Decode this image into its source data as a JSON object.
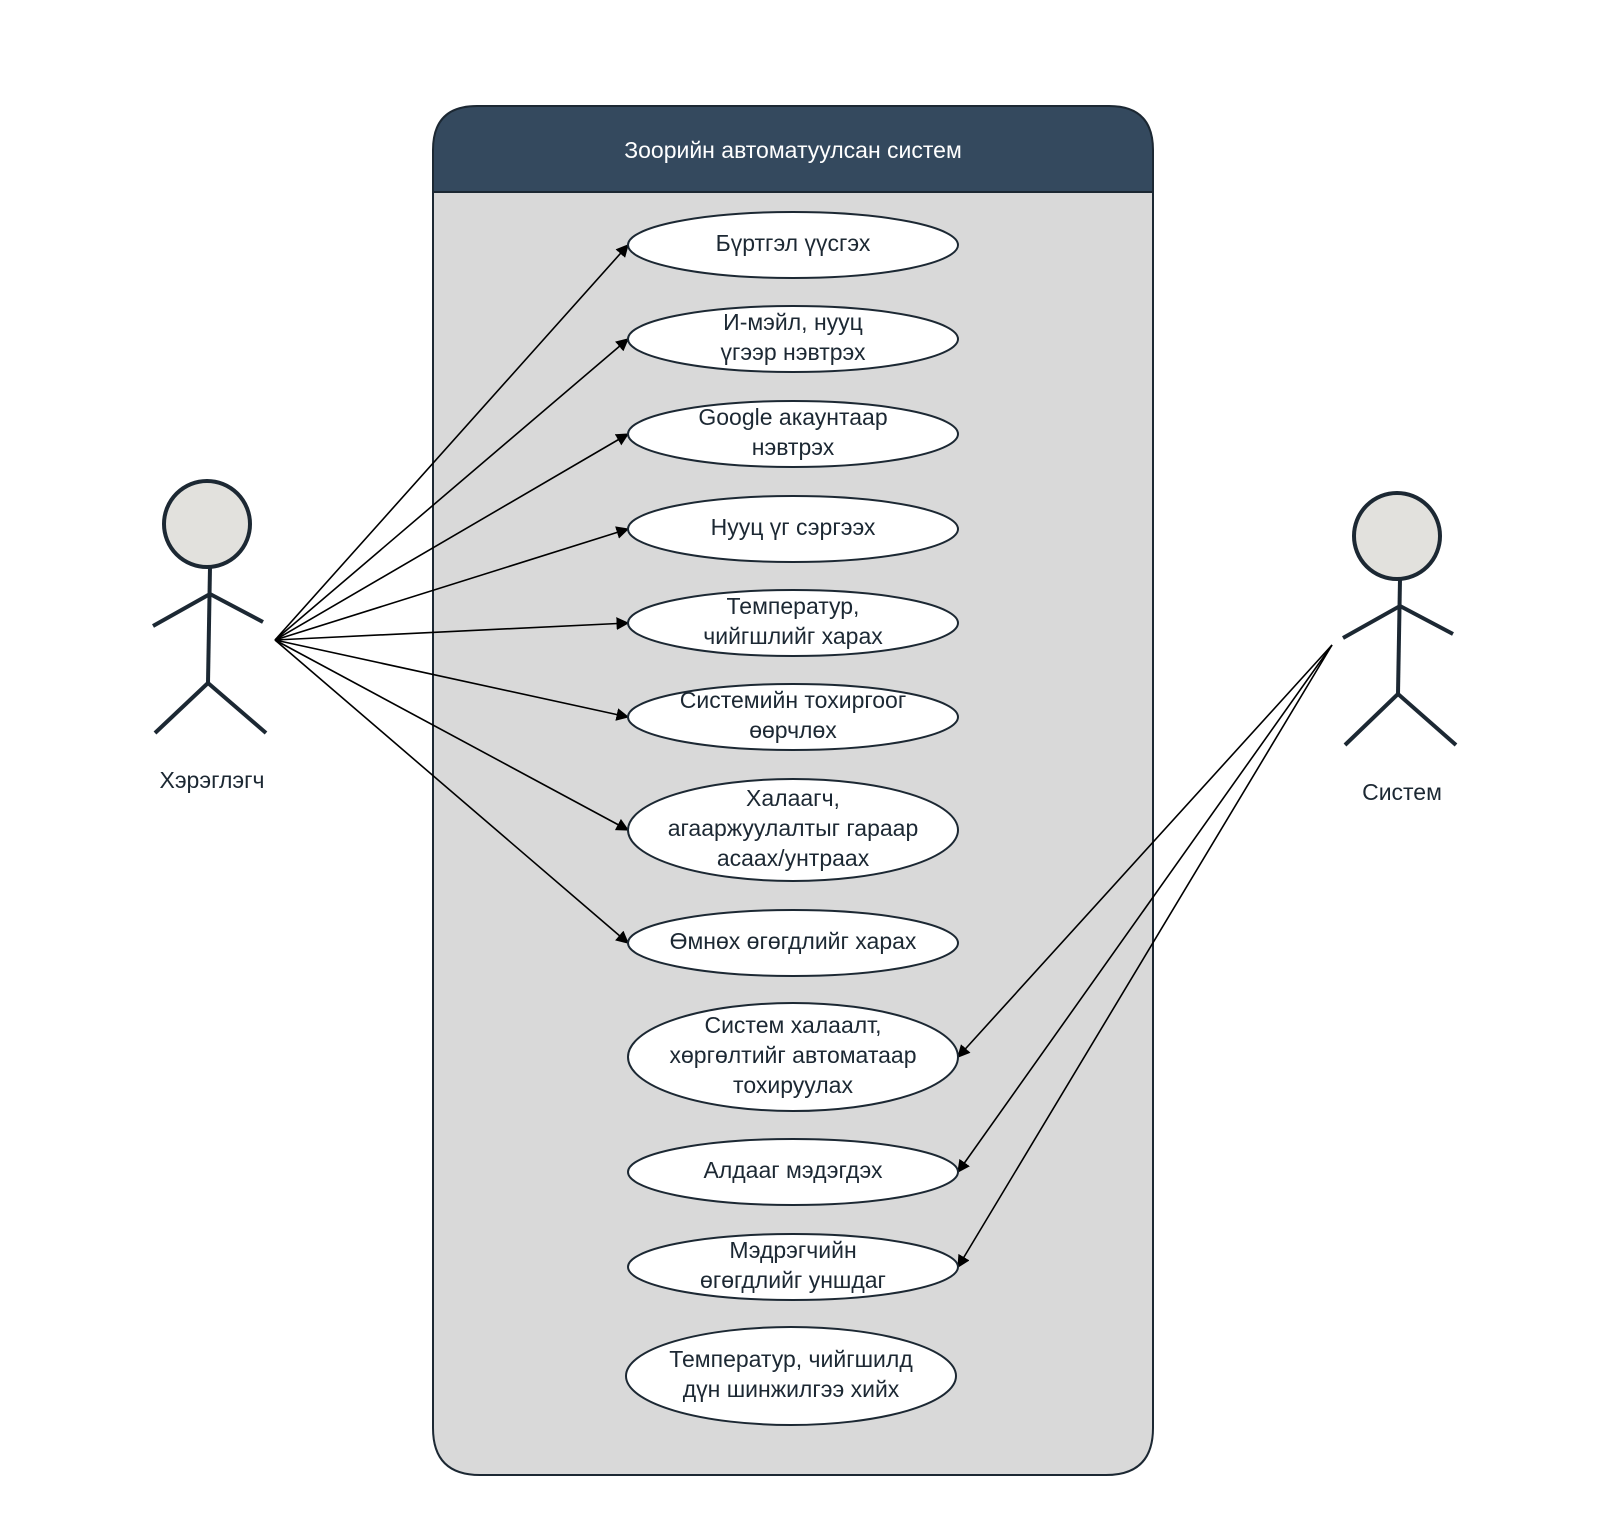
{
  "system": {
    "title": "Зоорийн автоматуулсан систем",
    "header_color": "#34495e",
    "body_color": "#d9d9d9"
  },
  "actors": {
    "user": {
      "label": "Хэрэглэгч",
      "head_color": "#e2e1dd"
    },
    "system": {
      "label": "Систем",
      "head_color": "#e2e1dd"
    }
  },
  "use_cases": [
    {
      "id": "register",
      "lines": [
        "Бүртгэл үүсгэх"
      ],
      "actor": "user"
    },
    {
      "id": "email-login",
      "lines": [
        "И-мэйл, нууц",
        "үгээр нэвтрэх"
      ],
      "actor": "user"
    },
    {
      "id": "google-login",
      "lines": [
        "Google акаунтаар",
        "нэвтрэх"
      ],
      "actor": "user"
    },
    {
      "id": "password-reset",
      "lines": [
        "Нууц үг сэргээх"
      ],
      "actor": "user"
    },
    {
      "id": "view-temp-humidity",
      "lines": [
        "Температур,",
        "чийгшлийг харах"
      ],
      "actor": "user"
    },
    {
      "id": "change-settings",
      "lines": [
        "Системийн тохиргоог",
        "өөрчлөх"
      ],
      "actor": "user"
    },
    {
      "id": "manual-heater-vent",
      "lines": [
        "Халаагч,",
        "агааржуулалтыг гараар",
        "асаах/унтраах"
      ],
      "actor": "user"
    },
    {
      "id": "view-history",
      "lines": [
        "Өмнөх өгөгдлийг харах"
      ],
      "actor": "user"
    },
    {
      "id": "auto-heating-cooling",
      "lines": [
        "Систем халаалт,",
        "хөргөлтийг автоматаар",
        "тохируулах"
      ],
      "actor": "system"
    },
    {
      "id": "detect-error",
      "lines": [
        "Алдааг мэдэгдэх"
      ],
      "actor": "system"
    },
    {
      "id": "read-sensor",
      "lines": [
        "Мэдрэгчийн",
        "өгөгдлийг уншдаг"
      ],
      "actor": "system"
    },
    {
      "id": "analyze-temp-humidity",
      "lines": [
        "Температур, чийгшилд",
        "дүн шинжилгээ хийх"
      ],
      "actor": "none"
    }
  ]
}
